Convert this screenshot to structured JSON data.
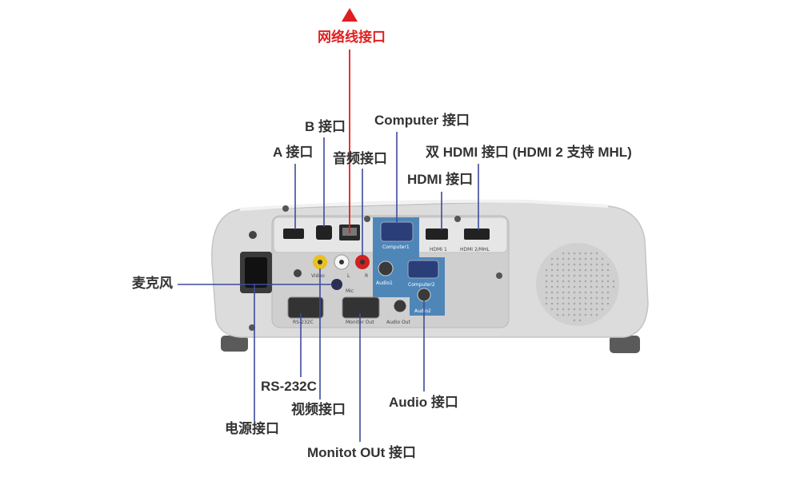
{
  "colors": {
    "callout_line": "#3d4a9c",
    "network_line": "#e01e1e",
    "label_text": "#333333",
    "network_label_text": "#e02020",
    "projector_body": "#dedede",
    "panel_blue": "#4f86b8"
  },
  "labels": {
    "network": "网络线接口",
    "b_port": "B 接口",
    "computer": "Computer 接口",
    "a_port": "A 接口",
    "audio_in": "音频接口",
    "dual_hdmi": "双 HDMI 接口 (HDMI 2 支持 MHL)",
    "hdmi": "HDMI 接口",
    "mic": "麦克风",
    "rs232c": "RS-232C",
    "video": "视频接口",
    "audio": "Audio 接口",
    "power": "电源接口",
    "monitor_out": "Monitot OUt 接口"
  },
  "panel_text": {
    "computer1": "Computer1",
    "hdmi1": "HDMI 1",
    "hdmi2": "HDMI 2/MHL",
    "video": "Video",
    "l": "L",
    "r": "R",
    "audio1": "Audio1",
    "computer2": "Computer2",
    "audio2": "Audio2",
    "mic": "Mic",
    "rs232c": "RS-232C",
    "monitor_out": "Monitor Out",
    "audio_out": "Audio Out"
  }
}
